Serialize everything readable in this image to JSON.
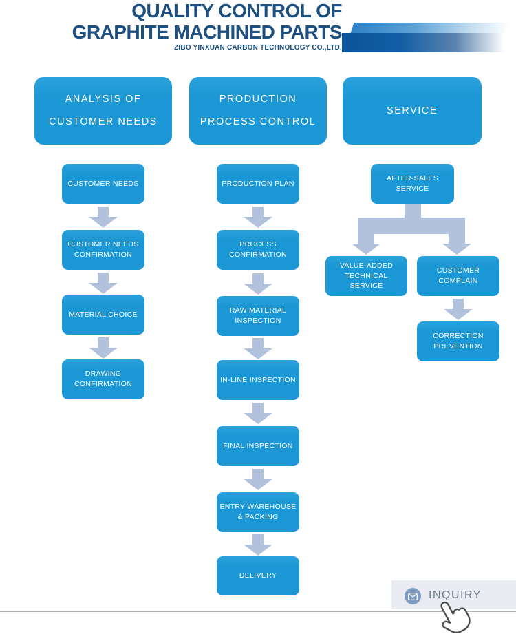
{
  "colors": {
    "title-blue": "#1d5080",
    "box-blue": "#1a97d4",
    "box-blue-light": "#2ba1dc",
    "arrow-blue": "#b3c2dc",
    "banner-dark": "#0b539b",
    "banner-light": "#2e82c6",
    "inquiry-bg": "#e9edf3",
    "inquiry-text": "#6f7c8a",
    "inquiry-badge": "#7e9cc2",
    "divider": "#a7adb3"
  },
  "header": {
    "title_line1": "QUALITY CONTROL OF",
    "title_line2": "GRAPHITE MACHINED PARTS",
    "subtitle": "ZIBO YINXUAN CARBON TECHNOLOGY CO.,LTD."
  },
  "columns": [
    {
      "header_line1": "ANALYSIS OF",
      "header_line2": "CUSTOMER NEEDS",
      "steps": [
        "CUSTOMER NEEDS",
        "CUSTOMER NEEDS CONFIRMATION",
        "MATERIAL CHOICE",
        "DRAWING CONFIRMATION"
      ]
    },
    {
      "header_line1": "PRODUCTION",
      "header_line2": "PROCESS CONTROL",
      "steps": [
        "PRODUCTION PLAN",
        "PROCESS CONFIRMATION",
        "RAW MATERIAL INSPECTION",
        "IN-LINE INSPECTION",
        "FINAL INSPECTION",
        "ENTRY WAREHOUSE & PACKING",
        "DELIVERY"
      ]
    },
    {
      "header_line1": "SERVICE",
      "steps": [
        "AFTER-SALES SERVICE",
        "VALUE-ADDED TECHNICAL SERVICE",
        "CUSTOMER COMPLAIN",
        "CORRECTION PREVENTION"
      ]
    }
  ],
  "inquiry": {
    "label": "INQUIRY",
    "icon": "envelope-icon"
  }
}
